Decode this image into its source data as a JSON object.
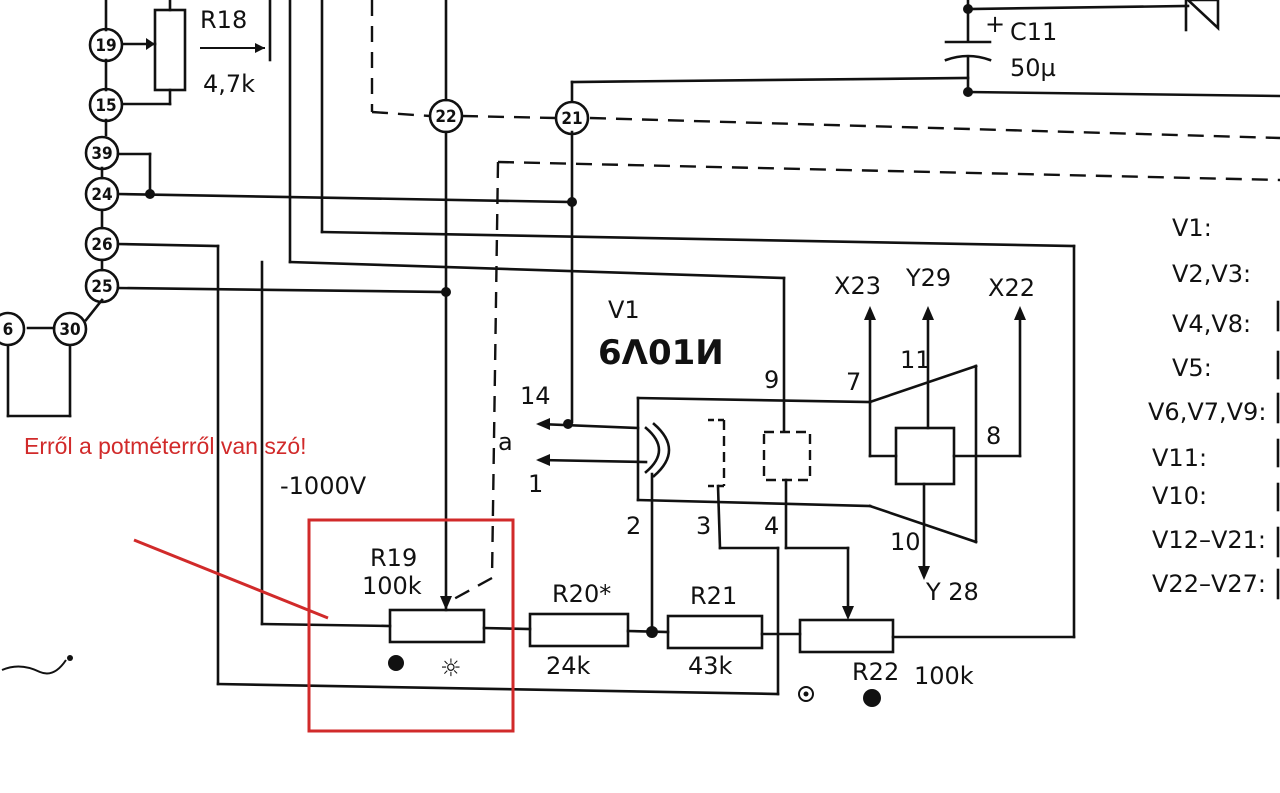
{
  "annotation": {
    "text": "Erről a potméterről van szó!",
    "color": "#d12a2a"
  },
  "nodes": [
    "19",
    "15",
    "39",
    "24",
    "26",
    "25",
    "6",
    "30",
    "22",
    "21"
  ],
  "components": {
    "r18": {
      "name": "R18",
      "value": "4,7k"
    },
    "c11": {
      "name": "C11",
      "value": "50µ"
    },
    "v1": {
      "name": "V1",
      "type": "6Λ01И"
    },
    "r19": {
      "name": "R19",
      "value": "100k"
    },
    "r20": {
      "name": "R20*",
      "value": "24k"
    },
    "r21": {
      "name": "R21",
      "value": "43k"
    },
    "r22": {
      "name": "R22",
      "value": "100k"
    }
  },
  "voltage": "-1000V",
  "pins": [
    "14",
    "1",
    "2",
    "3",
    "4",
    "7",
    "8",
    "9",
    "10",
    "11"
  ],
  "pin_a": "a",
  "outputs": [
    "X23",
    "Y29",
    "X22",
    "Y 28"
  ],
  "legend": [
    "V1:",
    "V2,V3:",
    "V4,V8:",
    "V5:",
    "V6,V7,V9:",
    "V11:",
    "V10:",
    "V12–V21:",
    "V22–V27:"
  ],
  "symbols": {
    "sun": "☼",
    "plus": "+"
  }
}
